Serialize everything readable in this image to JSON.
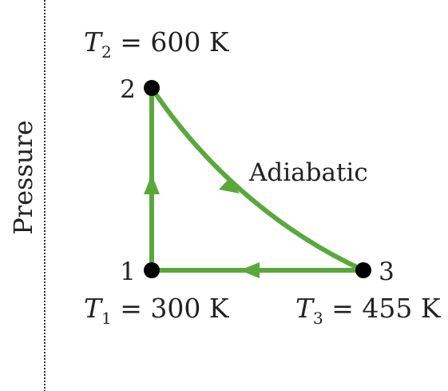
{
  "axis": {
    "ylabel": "Pressure"
  },
  "points": [
    {
      "id": "1",
      "label": "1",
      "temperature": "T1 = 300 K",
      "temp_symbol": "T",
      "temp_sub": "1",
      "temp_value": " = 300 K"
    },
    {
      "id": "2",
      "label": "2",
      "temperature": "T2 = 600 K",
      "temp_symbol": "T",
      "temp_sub": "2",
      "temp_value": " = 600 K"
    },
    {
      "id": "3",
      "label": "3",
      "temperature": "T3 = 455 K",
      "temp_symbol": "T",
      "temp_sub": "3",
      "temp_value": " = 455 K"
    }
  ],
  "processes": [
    {
      "from": "1",
      "to": "2",
      "label": ""
    },
    {
      "from": "2",
      "to": "3",
      "label": "Adiabatic"
    },
    {
      "from": "3",
      "to": "1",
      "label": ""
    }
  ],
  "colors": {
    "path": "#5aa83c",
    "point": "#000000",
    "axis": "#333333",
    "text": "#222222"
  }
}
